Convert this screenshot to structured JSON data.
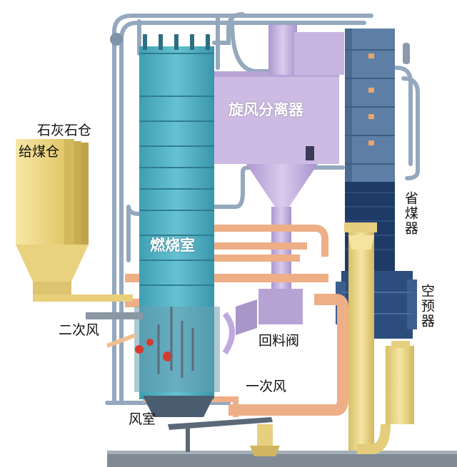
{
  "labels": {
    "limestone_bin": "石灰石仓",
    "coal_bin": "给煤仓",
    "cyclone": "旋风分离器",
    "furnace": "燃烧室",
    "secondary_air": "二次风",
    "loop_seal": "回料阀",
    "primary_air": "一次风",
    "windbox": "风室",
    "economizer": "省煤器",
    "air_preheater": "空预器"
  },
  "colors": {
    "furnace": "#4fb3c4",
    "cyclone": "#c9b6e2",
    "backpass_upper": "#5d7fa6",
    "backpass_lower": "#1e3a66",
    "bins": "#f2dd8a",
    "air_ducts": "#f0b48c",
    "pipes": "#9aaec4",
    "preheater": "#ecd98a"
  }
}
